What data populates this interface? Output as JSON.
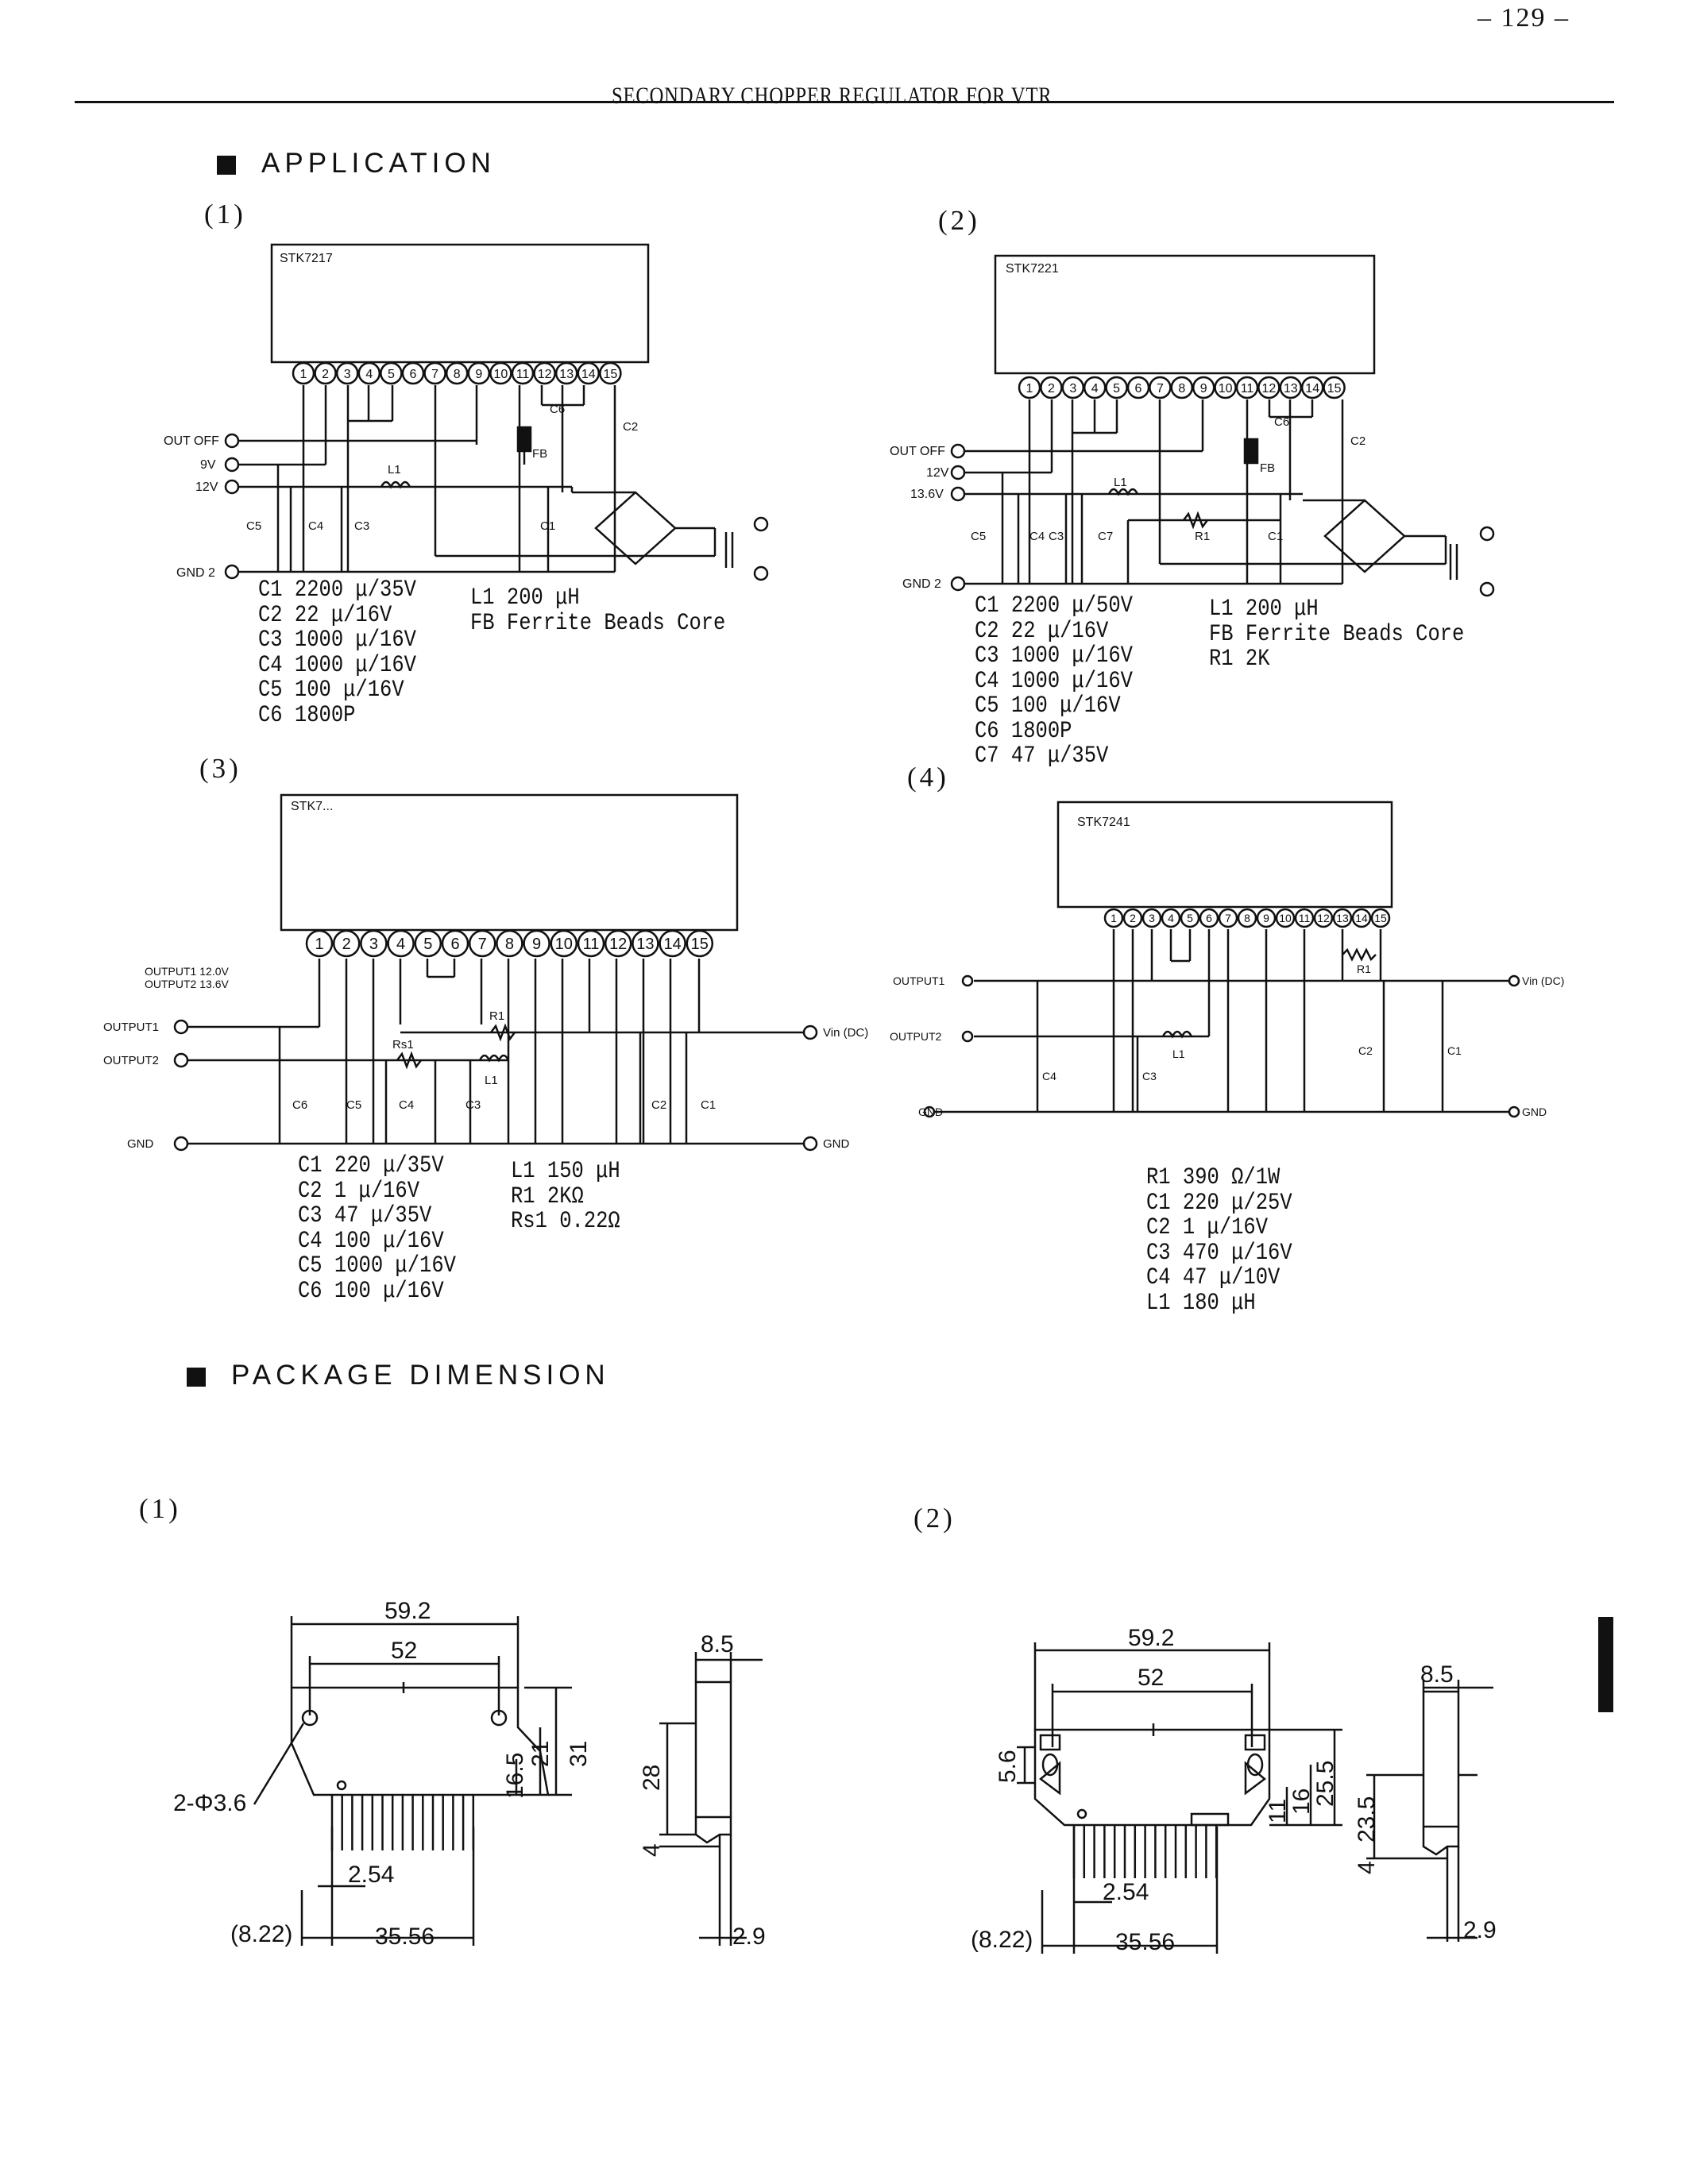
{
  "page_number": "– 129 –",
  "header": "SECONDARY CHOPPER REGULATOR FOR VTR",
  "sections": {
    "application": "APPLICATION",
    "package_dimension": "PACKAGE DIMENSION"
  },
  "application": {
    "circuit1": {
      "label": "(1)",
      "chip": "STK7217",
      "pins": [
        "1",
        "2",
        "3",
        "4",
        "5",
        "6",
        "7",
        "8",
        "9",
        "10",
        "11",
        "12",
        "13",
        "14",
        "15"
      ],
      "terminals": [
        "OUT OFF",
        "9V",
        "12V",
        "GND 2"
      ],
      "component_labels": [
        "L1",
        "C5",
        "C4",
        "C3",
        "C1",
        "C6",
        "C2",
        "FB"
      ],
      "parts_left": [
        "C1  2200 μ/35V",
        "C2  22 μ/16V",
        "C3  1000 μ/16V",
        "C4  1000 μ/16V",
        "C5  100  μ/16V",
        "C6  1800P"
      ],
      "parts_right": [
        "L1 200 μH",
        "FB Ferrite Beads Core"
      ]
    },
    "circuit2": {
      "label": "(2)",
      "chip": "STK7221",
      "pins": [
        "1",
        "2",
        "3",
        "4",
        "5",
        "6",
        "7",
        "8",
        "9",
        "10",
        "11",
        "12",
        "13",
        "14",
        "15"
      ],
      "terminals": [
        "OUT OFF",
        "12V",
        "13.6V",
        "GND 2"
      ],
      "component_labels": [
        "L1",
        "C5",
        "C4",
        "C3",
        "C7",
        "R1",
        "C1",
        "C6",
        "C2",
        "FB"
      ],
      "parts_left": [
        "C1  2200  μ/50V",
        "C2  22  μ/16V",
        "C3  1000  μ/16V",
        "C4  1000  μ/16V",
        "C5  100 μ/16V",
        "C6  1800P",
        "C7  47  μ/35V"
      ],
      "parts_right": [
        "L1  200  μH",
        "FB Ferrite Beads Core",
        "",
        "R1  2K"
      ]
    },
    "circuit3": {
      "label": "(3)",
      "chip": "STK7...",
      "pins": [
        "1",
        "2",
        "3",
        "4",
        "5",
        "6",
        "7",
        "8",
        "9",
        "10",
        "11",
        "12",
        "13",
        "14",
        "15"
      ],
      "note1": "OUTPUT1  12.0V",
      "note2": "OUTPUT2  13.6V",
      "terminals_left": [
        "OUTPUT1",
        "OUTPUT2",
        "GND"
      ],
      "terminals_right": [
        "Vin (DC)",
        "GND"
      ],
      "component_labels": [
        "R1",
        "Rs1",
        "L1",
        "C6",
        "C5",
        "C4",
        "C3",
        "C2",
        "C1"
      ],
      "parts_left": [
        "C1  220  μ/35V",
        "C2  1  μ/16V",
        "C3  47 μ/35V",
        "C4  100  μ/16V",
        "C5  1000 μ/16V",
        "C6  100  μ/16V"
      ],
      "parts_right": [
        "L1   150  μH",
        "",
        "R1   2KΩ",
        "Rs1  0.22Ω"
      ]
    },
    "circuit4": {
      "label": "(4)",
      "chip": "STK7241",
      "pins": [
        "1",
        "2",
        "3",
        "4",
        "5",
        "6",
        "7",
        "8",
        "9",
        "10",
        "11",
        "12",
        "13",
        "14",
        "15"
      ],
      "terminals_left": [
        "OUTPUT1",
        "OUTPUT2",
        "GND"
      ],
      "terminals_right": [
        "Vin (DC)",
        "GND"
      ],
      "component_labels": [
        "R1",
        "L1",
        "C4",
        "C3",
        "C2",
        "C1"
      ],
      "parts": [
        "R1   390  Ω/1W",
        "C1   220  μ/25V",
        "C2   1  μ/16V",
        "C3   470  μ/16V",
        "C4   47 μ/10V",
        "L1   180  μH"
      ]
    }
  },
  "package": {
    "pkg1": {
      "label": "(1)",
      "dims": {
        "width_total": "59.2",
        "width_holes": "52",
        "holes": "2-Φ3.6",
        "h_16_5": "16.5",
        "h_21": "21",
        "h_31": "31",
        "pitch": "2.54",
        "offset": "(8.22)",
        "span": "35.56",
        "side_width": "8.5",
        "side_height": "28",
        "side_4": "4",
        "side_2_9": "2.9"
      }
    },
    "pkg2": {
      "label": "(2)",
      "dims": {
        "width_total": "59.2",
        "width_holes": "52",
        "h_5_6": "5.6",
        "h_11": "11",
        "h_16": "16",
        "h_25_5": "25.5",
        "pitch": "2.54",
        "offset": "(8.22)",
        "span": "35.56",
        "side_width": "8.5",
        "side_height": "23.5",
        "side_4": "4",
        "side_2_9": "2.9"
      }
    }
  }
}
